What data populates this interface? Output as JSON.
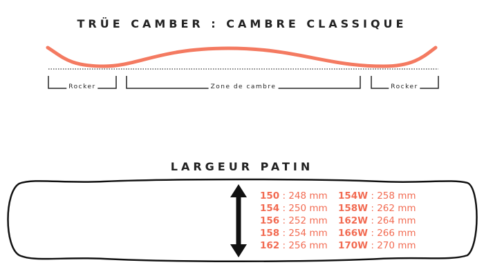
{
  "camber_section": {
    "title": "TRÜE CAMBER : CAMBRE CLASSIQUE",
    "profile_color": "#f47a61",
    "zones": [
      {
        "label": "Rocker"
      },
      {
        "label": "Zone de cambre"
      },
      {
        "label": "Rocker"
      }
    ]
  },
  "width_section": {
    "title": "LARGEUR PATIN",
    "text_color": "#f26b52",
    "separator": " : ",
    "columns": [
      [
        {
          "size": "150",
          "width": "248 mm"
        },
        {
          "size": "154",
          "width": "250 mm"
        },
        {
          "size": "156",
          "width": "252 mm"
        },
        {
          "size": "158",
          "width": "254 mm"
        },
        {
          "size": "162",
          "width": "256 mm"
        }
      ],
      [
        {
          "size": "154W",
          "width": "258 mm"
        },
        {
          "size": "158W",
          "width": "262 mm"
        },
        {
          "size": "162W",
          "width": "264 mm"
        },
        {
          "size": "166W",
          "width": "266 mm"
        },
        {
          "size": "170W",
          "width": "270 mm"
        }
      ]
    ]
  }
}
